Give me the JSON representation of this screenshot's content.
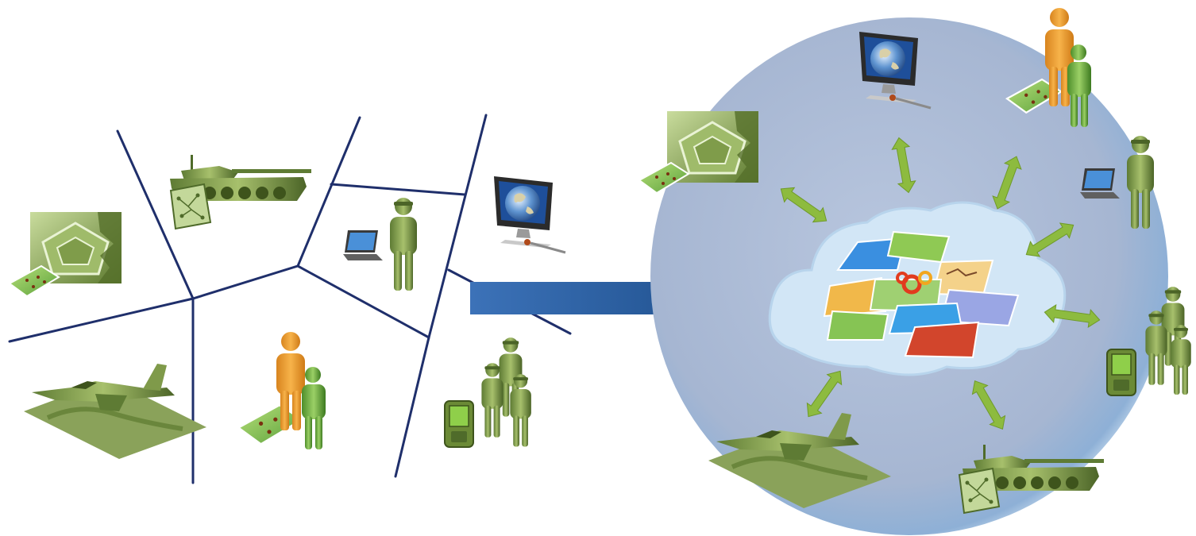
{
  "diagram": {
    "left_panel": {
      "regions": [
        {
          "name": "region-top-left",
          "contents": [
            "tank-icon",
            "map-icon"
          ]
        },
        {
          "name": "region-top-middle",
          "contents": [
            "soldier-icon",
            "laptop-icon"
          ]
        },
        {
          "name": "region-top-right",
          "contents": [
            "computer-icon"
          ]
        },
        {
          "name": "region-left",
          "contents": [
            "pentagon-icon",
            "map-icon"
          ]
        },
        {
          "name": "region-bottom-left",
          "contents": [
            "jet-icon",
            "terrain-icon"
          ]
        },
        {
          "name": "region-bottom-middle",
          "contents": [
            "person-icon",
            "map-icon"
          ]
        },
        {
          "name": "region-bottom-right",
          "contents": [
            "soldier-group-icon",
            "handheld-icon"
          ]
        }
      ]
    },
    "transition": {
      "icon": "arrow-right-icon",
      "color": "#2f5f9e"
    },
    "right_panel": {
      "background_color": "#9fb8d6",
      "cloud_color": "#cfe3f4",
      "arrow_color": "#8dbb3f",
      "center": "shared-map-layers",
      "nodes": [
        "computer-icon",
        "person-icon",
        "soldier-laptop-icon",
        "soldier-group-icon",
        "tank-icon",
        "jet-icon",
        "pentagon-icon"
      ]
    },
    "colors": {
      "olive_dark": "#4f6b2a",
      "olive": "#7f9a4a",
      "olive_light": "#b7cf85",
      "person_orange": "#f0a030",
      "person_green": "#79b34a",
      "network_line": "#1f2f6b"
    }
  }
}
